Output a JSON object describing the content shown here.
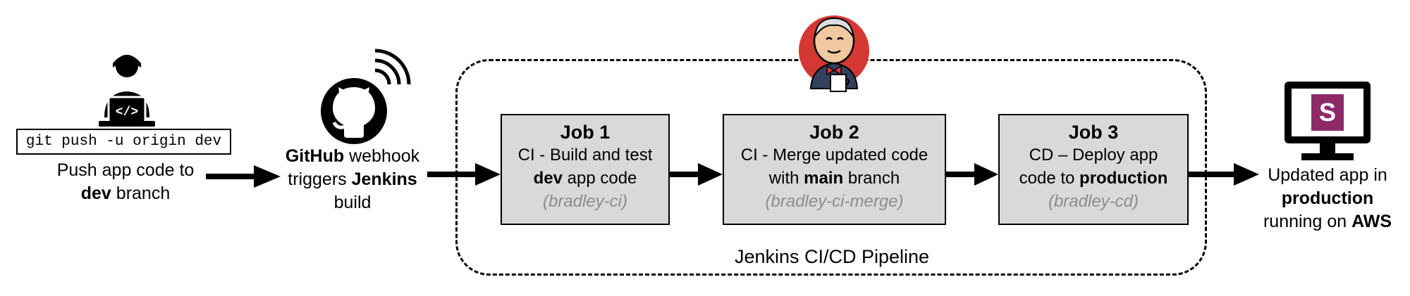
{
  "developer": {
    "command": "git push -u origin dev",
    "caption": {
      "l1": "Push app code to",
      "l2_bold": "dev",
      "l2_rest": " branch"
    },
    "laptop_glyph": "</>"
  },
  "github": {
    "l1_bold": "GitHub",
    "l1_rest": " webhook",
    "l2_pre": "triggers ",
    "l2_bold": "Jenkins",
    "l3": "build"
  },
  "pipeline": {
    "label": "Jenkins CI/CD Pipeline",
    "jobs": [
      {
        "title": "Job 1",
        "l1": "CI - Build and test",
        "l2_bold": "dev",
        "l2_rest": " app code",
        "id": "(bradley-ci)"
      },
      {
        "title": "Job 2",
        "l1": "CI - Merge updated code",
        "l2_pre": "with ",
        "l2_bold": "main",
        "l2_rest": " branch",
        "id": "(bradley-ci-merge)"
      },
      {
        "title": "Job 3",
        "l1": "CD – Deploy app",
        "l2_pre": "code to ",
        "l2_bold": "production",
        "id": "(bradley-cd)"
      }
    ]
  },
  "result": {
    "l1": "Updated app in",
    "l2_bold": "production",
    "l3_pre": "running on ",
    "l3_bold": "AWS",
    "app_logo_letter": "S"
  },
  "colors": {
    "job_fill": "#d9d9d9",
    "job_id_text": "#8c8c8c",
    "jenkins_red": "#d33833",
    "app_logo": "#8e2a6a"
  },
  "icons": [
    "developer-icon",
    "laptop-icon",
    "github-icon",
    "wifi-signal-icon",
    "jenkins-logo-icon",
    "monitor-icon",
    "app-logo-icon"
  ]
}
